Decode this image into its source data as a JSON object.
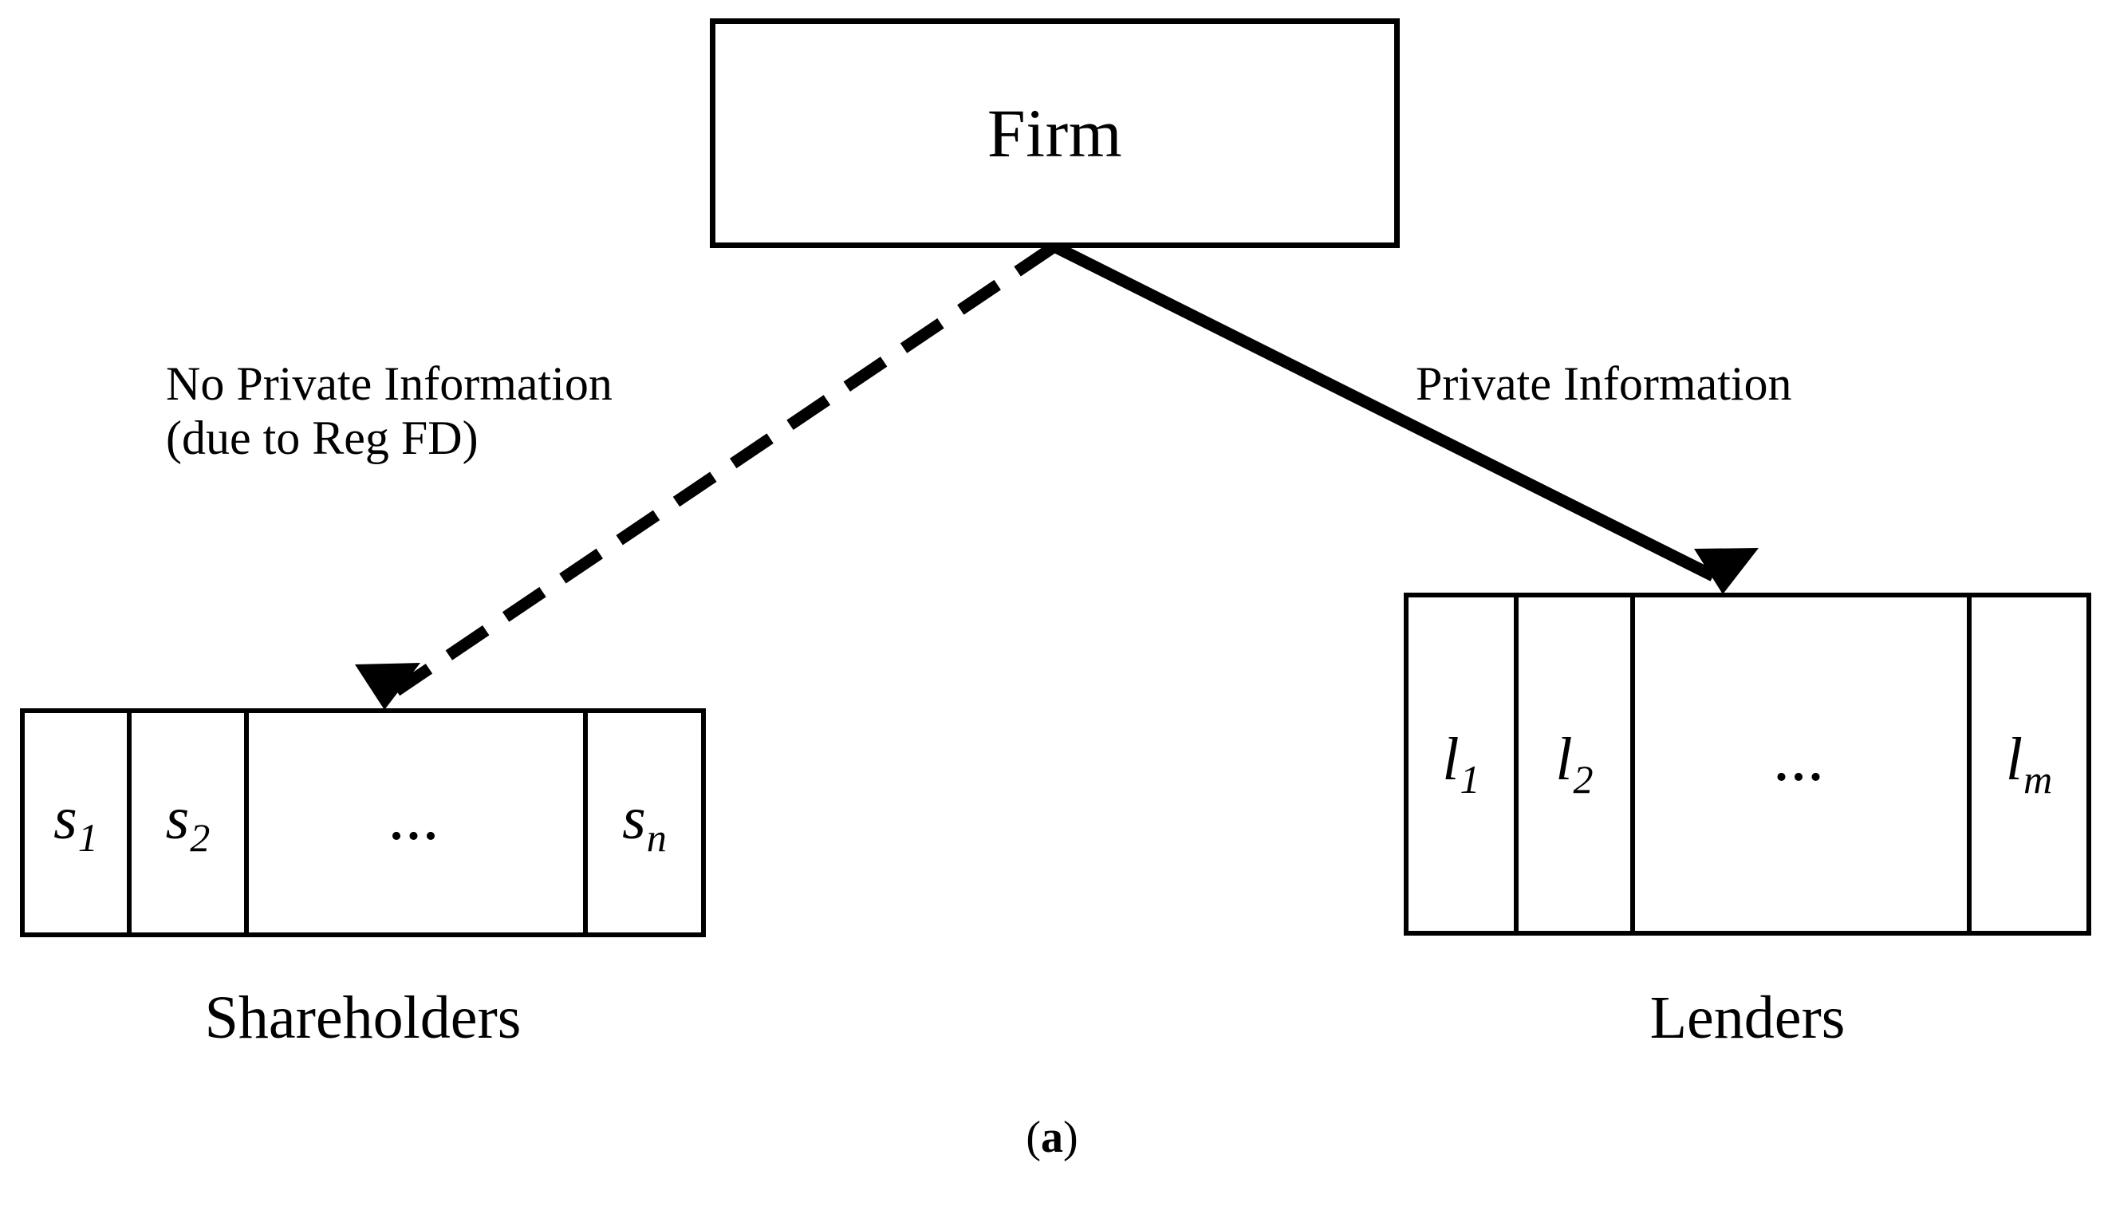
{
  "figure": {
    "caption_open": "(",
    "caption_letter": "a",
    "caption_close": ")"
  },
  "nodes": {
    "firm": {
      "label": "Firm"
    },
    "shareholders": {
      "caption": "Shareholders",
      "cells": [
        {
          "base": "s",
          "sub": "1"
        },
        {
          "base": "s",
          "sub": "2"
        },
        {
          "base": "...",
          "sub": ""
        },
        {
          "base": "s",
          "sub": "n"
        }
      ]
    },
    "lenders": {
      "caption": "Lenders",
      "cells": [
        {
          "base": "l",
          "sub": "1"
        },
        {
          "base": "l",
          "sub": "2"
        },
        {
          "base": "...",
          "sub": ""
        },
        {
          "base": "l",
          "sub": "m"
        }
      ]
    }
  },
  "edges": {
    "to_shareholders": {
      "label_line1": "No Private Information",
      "label_line2": "(due to Reg FD)",
      "style": "dashed",
      "arrow": "arrowhead-filled-triangle"
    },
    "to_lenders": {
      "label_line1": "Private Information",
      "label_line2": "",
      "style": "solid",
      "arrow": "arrowhead-filled-triangle"
    }
  },
  "colors": {
    "stroke": "#000000",
    "background": "#ffffff"
  }
}
